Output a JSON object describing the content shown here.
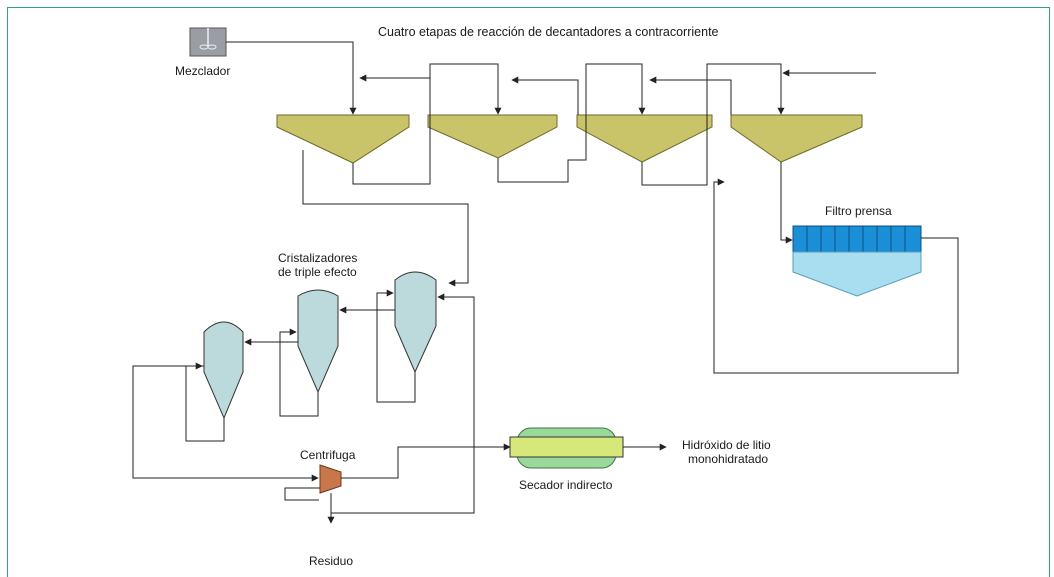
{
  "title": "Cuatro etapas de reacción de decantadores a contracorriente",
  "labels": {
    "mixer": "Mezclador",
    "filter_press": "Filtro prensa",
    "crystallizers_line1": "Cristalizadores",
    "crystallizers_line2": "de triple efecto",
    "centrifuge": "Centrifuga",
    "dryer": "Secador indirecto",
    "product_line1": "Hidróxido de litio",
    "product_line2": "monohidratado",
    "residue": "Residuo"
  },
  "colors": {
    "frame": "#2fa08c",
    "decanter": "#c9c36a",
    "crystallizer": "#bcd9dc",
    "filter_top": "#1a8fd8",
    "filter_bottom": "#a9ddf0",
    "centrifuge": "#c9774a",
    "dryer": "#9ad89c",
    "dryer_band": "#d6e87a",
    "mixer": "#9a9ea4"
  }
}
